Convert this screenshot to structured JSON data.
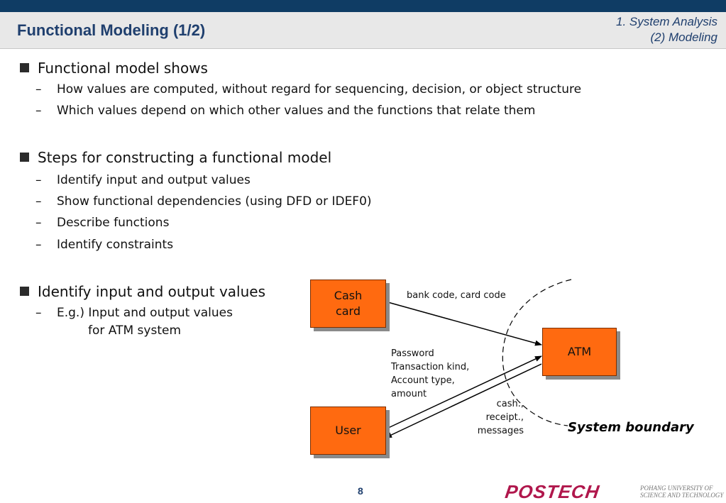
{
  "header": {
    "title": "Functional Modeling (1/2)",
    "section_line1": "1. System Analysis",
    "section_line2": "(2) Modeling"
  },
  "bullets": [
    {
      "text": "Functional model shows",
      "subs": [
        "How values are computed, without regard for sequencing, decision, or object structure",
        "Which values depend on which other values and the functions that relate them"
      ]
    },
    {
      "text": "Steps for constructing a functional model",
      "subs": [
        "Identify input and output values",
        "Show functional dependencies (using DFD or IDEF0)",
        "Describe functions",
        "Identify constraints"
      ]
    },
    {
      "text": "Identify input and output values",
      "subs": [
        "E.g.) Input and output values",
        "for ATM system"
      ]
    }
  ],
  "diagram": {
    "cash_card_line1": "Cash",
    "cash_card_line2": "card",
    "atm": "ATM",
    "user": "User",
    "label_bank": "bank code, card code",
    "label_password_lines": [
      "Password",
      "Transaction kind,",
      "Account type,",
      "amount"
    ],
    "label_cash_lines": [
      "cash.,",
      "receipt.,",
      "messages"
    ],
    "boundary": "System boundary"
  },
  "footer": {
    "page": "8",
    "logo": "POSTECH",
    "logo_sub_line1": "POHANG UNIVERSITY OF",
    "logo_sub_line2": "SCIENCE AND TECHNOLOGY"
  },
  "colors": {
    "topbar": "#0f3c64",
    "box_fill": "#ff6a10",
    "title": "#1f3f6e",
    "logo": "#b0174c"
  }
}
